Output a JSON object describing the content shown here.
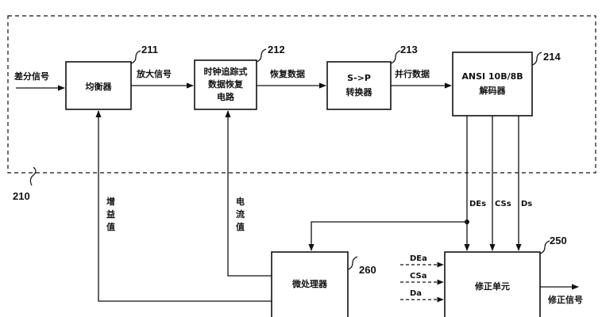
{
  "boxes": {
    "equalizer": {
      "label": "均衡器",
      "ref": "211"
    },
    "cdr": {
      "line1": "时钟追踪式",
      "line2": "数据恢复",
      "line3": "电路",
      "ref": "212"
    },
    "sp": {
      "line1": "S->P",
      "line2": "转换器",
      "ref": "213"
    },
    "decoder": {
      "line1": "ANSI 10B/8B",
      "line2": "解码器",
      "ref": "214"
    },
    "mcu": {
      "label": "微处理器",
      "ref": "260"
    },
    "correction": {
      "label": "修正单元",
      "ref": "250"
    }
  },
  "region_ref": "210",
  "signals": {
    "input": "差分信号",
    "amplified": "放大信号",
    "recovered": "恢复数据",
    "parallel": "并行数据",
    "gain_1": "增",
    "gain_2": "益",
    "gain_3": "值",
    "current_1": "电",
    "current_2": "流",
    "current_3": "值",
    "de_s": "DEs",
    "cs_s": "CSs",
    "d_s": "Ds",
    "de_a": "DEa",
    "cs_a": "CSa",
    "d_a": "Da",
    "output": "修正信号"
  }
}
